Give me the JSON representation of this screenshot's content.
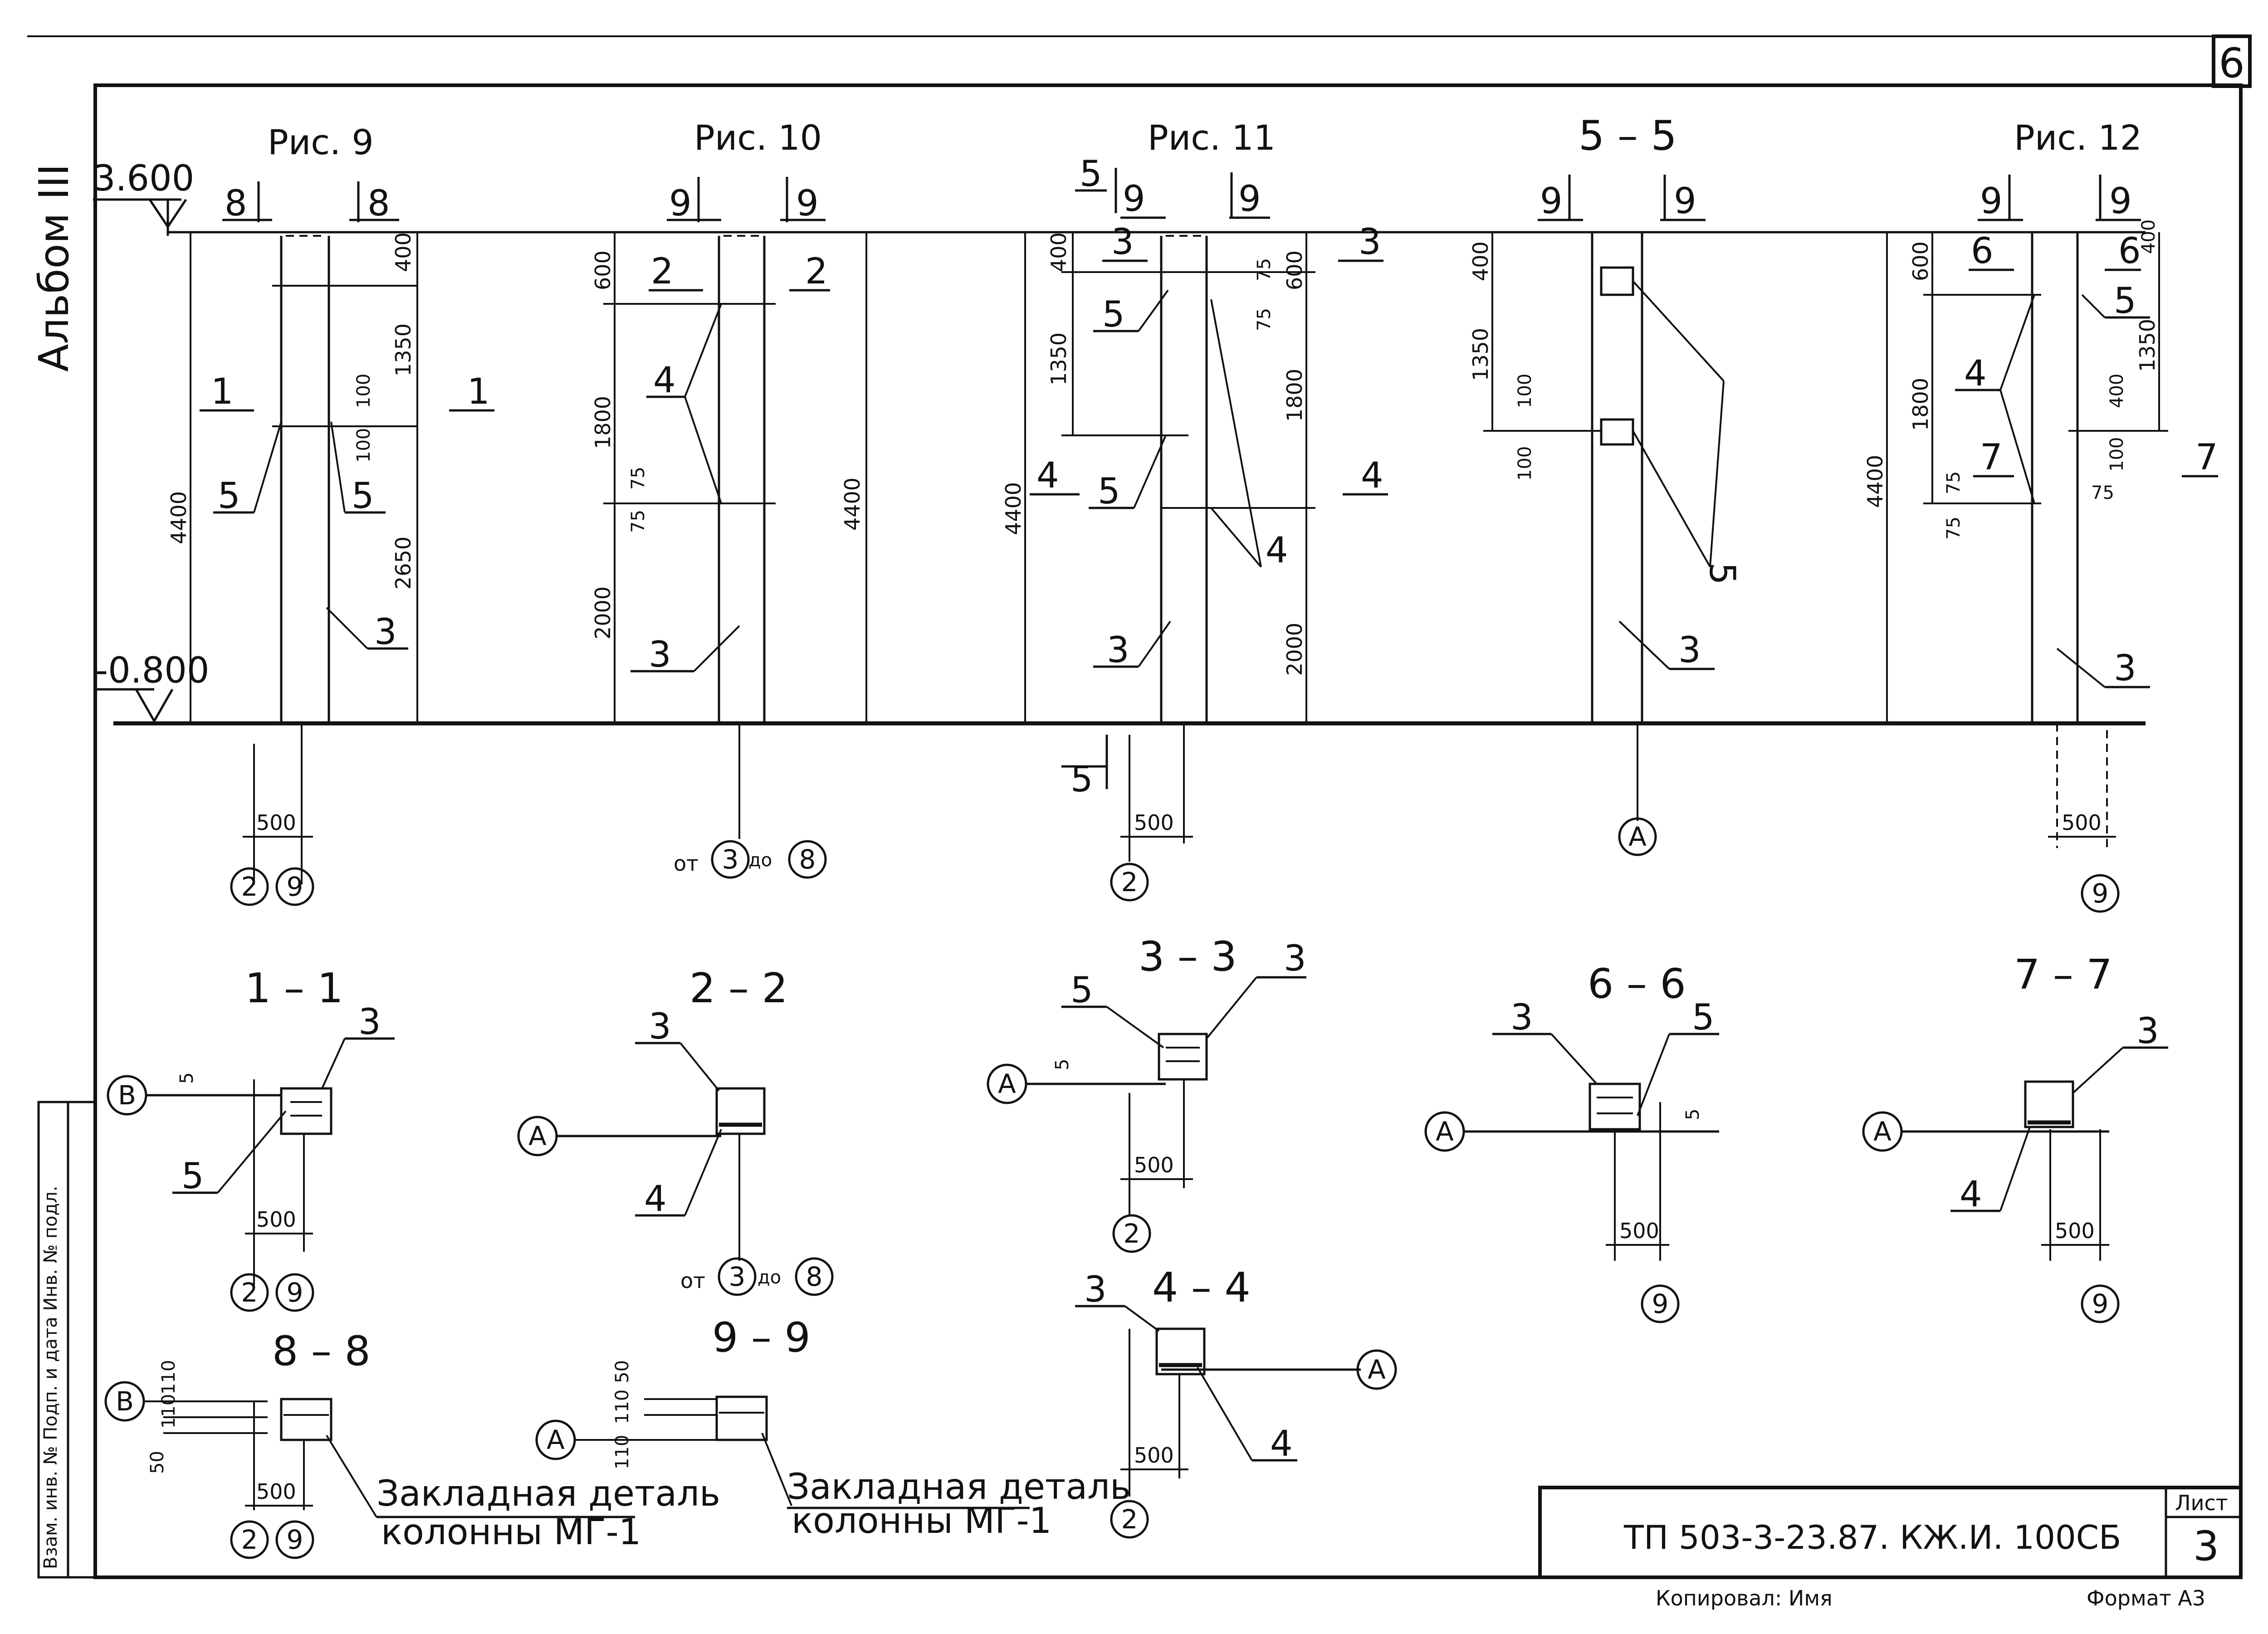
{
  "sheet": {
    "album": "Альбом III",
    "corner_number": "6",
    "title_block": {
      "code": "ТП 503-3-23.87. КЖ.И. 100СБ",
      "sheet_label": "Лист",
      "sheet_number": "3",
      "copied_by": "Копировал: Имя",
      "format": "Формат А3"
    },
    "side_stamp": "Взам. инв. № Подп. и дата Инв. № подл."
  },
  "levels": {
    "top": "3.600",
    "bottom": "-0.800"
  },
  "figures": {
    "fig9": {
      "title": "Рис. 9",
      "dims": [
        "4400",
        "400",
        "1350",
        "100",
        "100",
        "2650",
        "500"
      ],
      "bubbles": [
        "2",
        "9"
      ]
    },
    "fig10": {
      "title": "Рис. 10",
      "dims": [
        "600",
        "1800",
        "75",
        "75",
        "2000",
        "4400"
      ],
      "note_from": "от",
      "note_to": "до",
      "bubbles": [
        "3",
        "8"
      ]
    },
    "fig11": {
      "title": "Рис. 11",
      "dims": [
        "400",
        "1350",
        "4400",
        "75",
        "75",
        "600",
        "1800",
        "2000",
        "500"
      ],
      "bubbles": [
        "2"
      ]
    },
    "sec55": {
      "title": "5 – 5",
      "dims": [
        "400",
        "1350",
        "100",
        "100"
      ],
      "bubbles": [
        "А"
      ]
    },
    "fig12": {
      "title": "Рис. 12",
      "dims": [
        "600",
        "1800",
        "4400",
        "75",
        "75",
        "400",
        "1350",
        "400",
        "100",
        "75",
        "500"
      ],
      "bubbles": [
        "9"
      ]
    }
  },
  "cut_marks": {
    "c8": "8",
    "c9": "9",
    "c1": "1",
    "c2": "2",
    "c3": "3",
    "c4": "4",
    "c5": "5",
    "c6": "6",
    "c7": "7"
  },
  "callouts": {
    "n3": "3",
    "n4": "4",
    "n5": "5"
  },
  "sections": {
    "s11": {
      "title": "1 – 1",
      "bubble_axis": "В",
      "dim": "500",
      "dim_small": "5",
      "bubbles": [
        "2",
        "9"
      ]
    },
    "s22": {
      "title": "2 – 2",
      "bubble_axis": "А",
      "note_from": "от",
      "note_to": "до",
      "bubbles": [
        "3",
        "8"
      ]
    },
    "s33": {
      "title": "3 – 3",
      "bubble_axis": "А",
      "dim": "500",
      "dim_small": "5",
      "bubbles": [
        "2"
      ]
    },
    "s66": {
      "title": "6 – 6",
      "bubble_axis": "А",
      "dim": "500",
      "dim_small": "5",
      "bubbles": [
        "9"
      ]
    },
    "s77": {
      "title": "7 – 7",
      "bubble_axis": "А",
      "dim": "500",
      "bubbles": [
        "9"
      ]
    },
    "s44": {
      "title": "4 – 4",
      "bubble_axis": "А",
      "dim": "500",
      "bubbles": [
        "2"
      ]
    },
    "s88": {
      "title": "8 – 8",
      "bubble_axis": "В",
      "dims": [
        "110",
        "110",
        "50",
        "500"
      ],
      "bubbles": [
        "2",
        "9"
      ],
      "note_line1": "Закладная деталь",
      "note_line2": "колонны МГ-1"
    },
    "s99": {
      "title": "9 – 9",
      "bubble_axis": "А",
      "dims": [
        "50",
        "110",
        "110"
      ],
      "note_line1": "Закладная деталь",
      "note_line2": "колонны МГ-1"
    }
  }
}
